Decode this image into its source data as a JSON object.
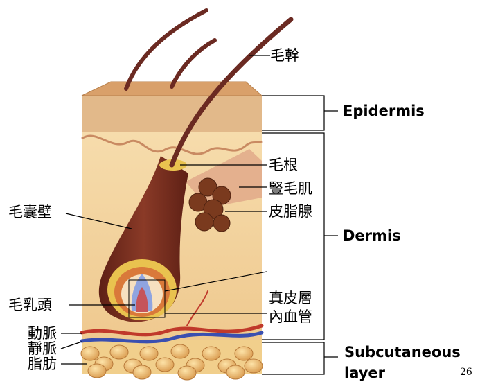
{
  "labels": {
    "hair_shaft": "毛幹",
    "hair_root": "毛根",
    "arrector_pili": "豎毛肌",
    "sebaceous_gland": "皮脂腺",
    "follicle_wall": "毛囊壁",
    "papilla": "毛乳頭",
    "dermis_cn": "真皮層",
    "blood_vessel": "內血管",
    "artery": "動脈",
    "vein": "靜脈",
    "fat": "脂肪"
  },
  "layers": {
    "epidermis": "Epidermis",
    "dermis": "Dermis",
    "subcutaneous_1": "Subcutaneous",
    "subcutaneous_2": "layer"
  },
  "page_number": "26",
  "colors": {
    "epidermis": "#e2b98a",
    "dermis": "#f3d7a4",
    "follicle": "#7a3020",
    "hair": "#6b2a22",
    "sebaceous": "#7a3a1e",
    "artery": "#c0392b",
    "vein": "#3a4fb0",
    "fat": "#f2c77c"
  }
}
